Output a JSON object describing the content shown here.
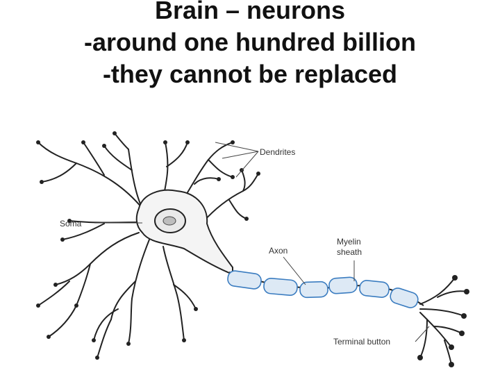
{
  "slide": {
    "title_lines": [
      "Brain – neurons",
      "-around one hundred billion",
      "-they cannot be replaced"
    ]
  },
  "diagram": {
    "labels": {
      "dendrites": "Dendrites",
      "soma": "Soma",
      "axon": "Axon",
      "myelin_line1": "Myelin",
      "myelin_line2": "sheath",
      "terminal": "Terminal button"
    },
    "colors": {
      "myelin_stroke": "#3a7cc0",
      "myelin_fill": "#dde9f5",
      "ink": "#222222"
    }
  }
}
